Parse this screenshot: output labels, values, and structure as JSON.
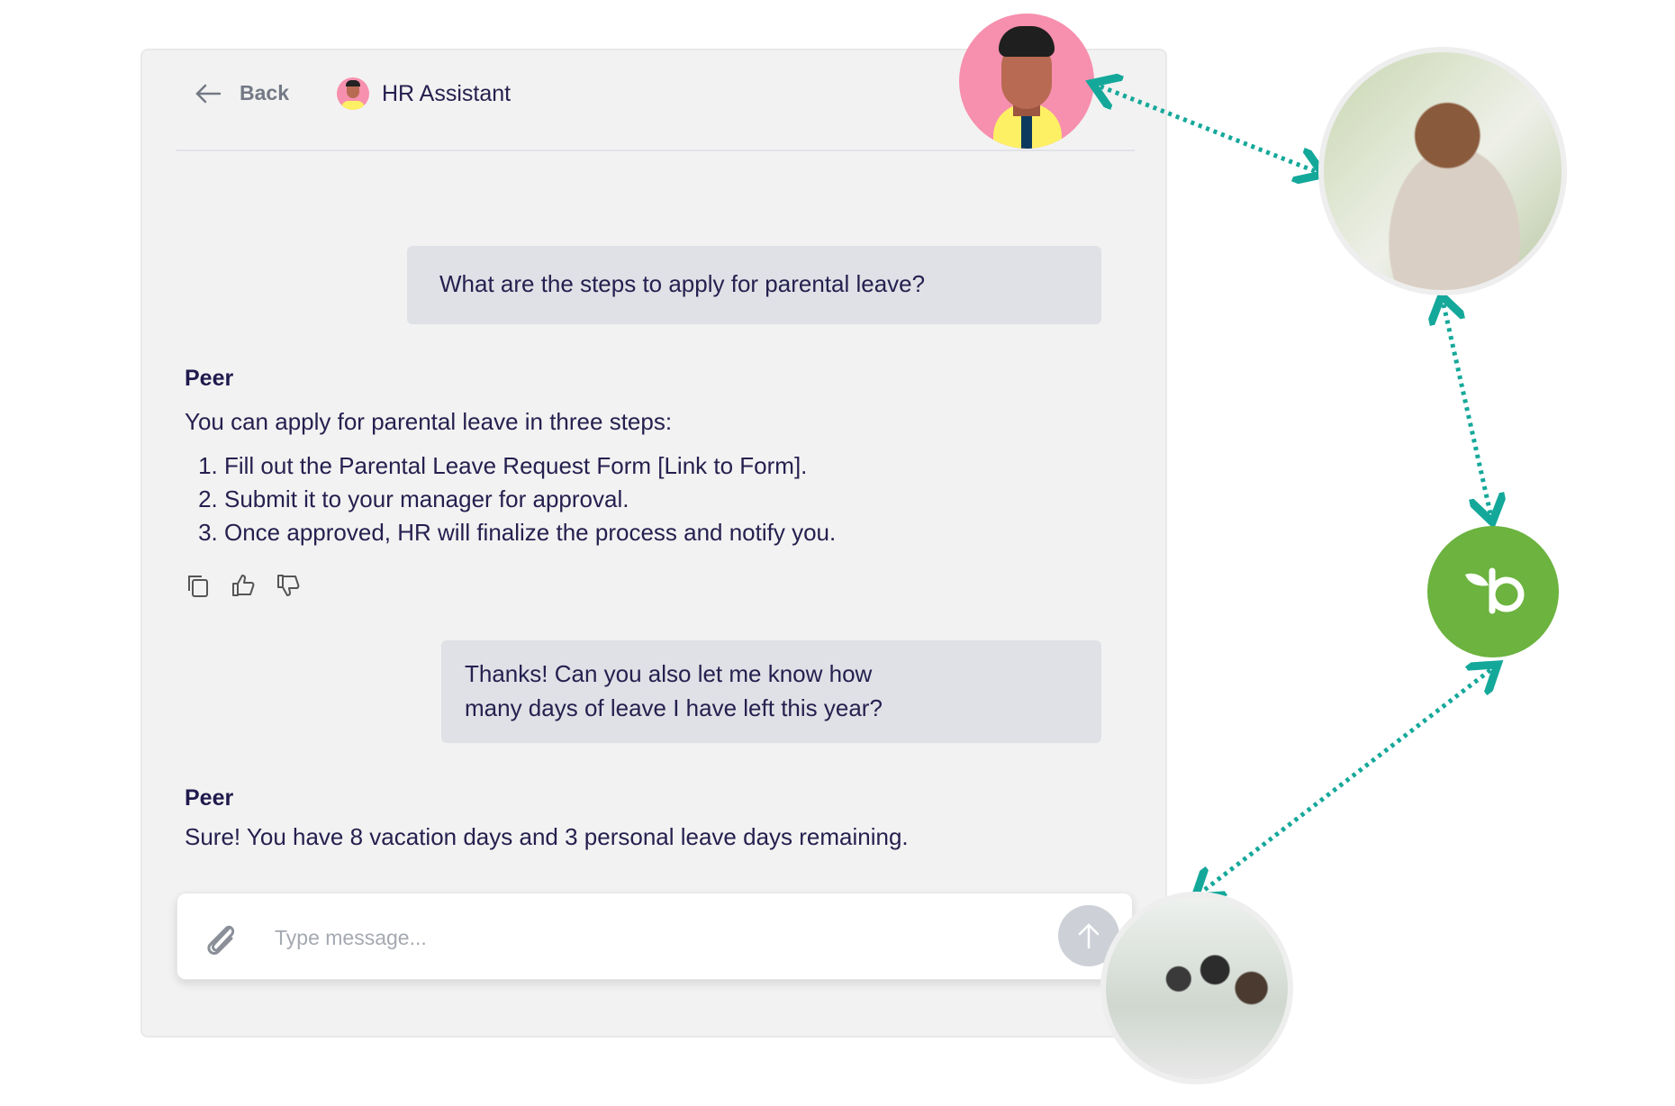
{
  "header": {
    "back_label": "Back",
    "title": "HR Assistant"
  },
  "messages": [
    {
      "role": "user",
      "text": "What are the steps to apply for parental leave?"
    },
    {
      "role": "assistant",
      "sender": "Peer",
      "intro": "You can apply for parental leave in three steps:",
      "steps": [
        "Fill out the Parental Leave Request Form [Link to Form].",
        "Submit it to your manager for approval.",
        "Once approved, HR will finalize the process and notify you."
      ]
    },
    {
      "role": "user",
      "lines": [
        "Thanks! Can you also let me know how",
        "many days of leave I have left this year?"
      ]
    },
    {
      "role": "assistant",
      "sender": "Peer",
      "text": "Sure! You have 8 vacation days and 3 personal leave days remaining."
    }
  ],
  "composer": {
    "placeholder": "Type message..."
  },
  "colors": {
    "accent": "#14a89a",
    "logo_green": "#6cb33f",
    "avatar_pink": "#f78fae"
  }
}
